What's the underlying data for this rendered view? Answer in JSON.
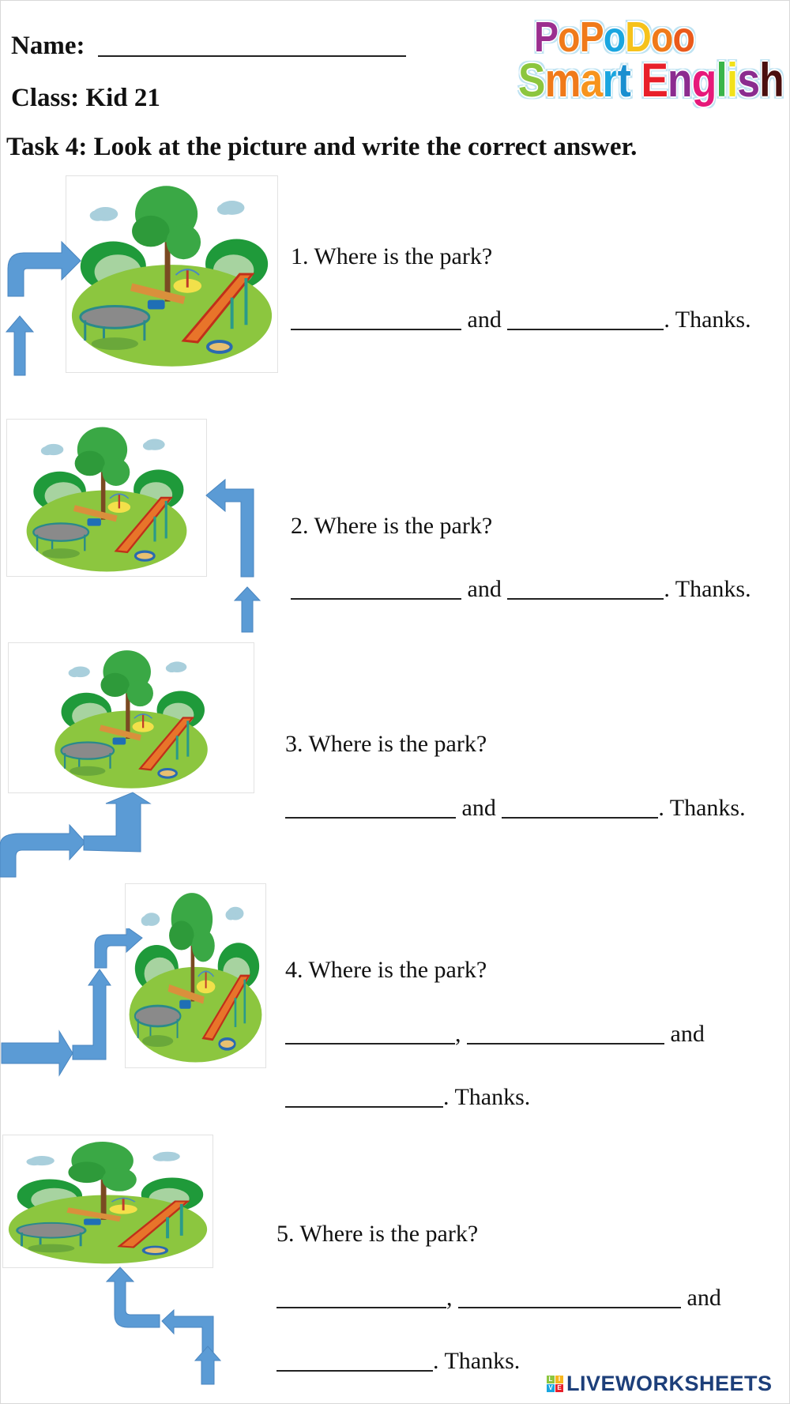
{
  "header": {
    "name_label": "Name:",
    "class_label": "Class: Kid 21",
    "logo": {
      "line1": [
        {
          "ch": "P",
          "color": "#9b2f8f"
        },
        {
          "ch": "o",
          "color": "#f07a1a"
        },
        {
          "ch": "P",
          "color": "#f07a1a"
        },
        {
          "ch": "o",
          "color": "#1aa6e0"
        },
        {
          "ch": "D",
          "color": "#f6c21b"
        },
        {
          "ch": "o",
          "color": "#f07a1a"
        },
        {
          "ch": "o",
          "color": "#ea5a1c"
        }
      ],
      "line2a": [
        {
          "ch": "S",
          "color": "#8cc63f"
        },
        {
          "ch": "m",
          "color": "#f07a1a"
        },
        {
          "ch": "a",
          "color": "#f7941d"
        },
        {
          "ch": "r",
          "color": "#1aa6e0"
        },
        {
          "ch": "t",
          "color": "#1a8fd0"
        }
      ],
      "line2b": [
        {
          "ch": "E",
          "color": "#e8202a"
        },
        {
          "ch": "n",
          "color": "#8b2c8f"
        },
        {
          "ch": "g",
          "color": "#e6197a"
        },
        {
          "ch": "l",
          "color": "#3ab54a"
        },
        {
          "ch": "i",
          "color": "#f2e11a"
        },
        {
          "ch": "s",
          "color": "#8b2c8f"
        },
        {
          "ch": "h",
          "color": "#4a0f0f"
        }
      ]
    }
  },
  "task": {
    "title": "Task 4: Look at the picture and write the correct answer."
  },
  "questions": [
    {
      "number": "1.",
      "text": "1. Where is the park?",
      "and": "and",
      "thanks": ". Thanks."
    },
    {
      "number": "2.",
      "text": "2. Where is the park?",
      "and": "and",
      "thanks": ". Thanks."
    },
    {
      "number": "3.",
      "text": "3. Where is the park?",
      "and": "and",
      "thanks": ". Thanks."
    },
    {
      "number": "4.",
      "text": "4. Where is the park?",
      "comma": ",",
      "and": "and",
      "thanks": ". Thanks."
    },
    {
      "number": "5.",
      "text": "5. Where is the park?",
      "comma": ",",
      "and": "and",
      "thanks": ". Thanks."
    }
  ],
  "directions": [
    {
      "question": 1,
      "route": [
        "go straight",
        "turn right"
      ]
    },
    {
      "question": 2,
      "route": [
        "go straight",
        "turn left"
      ]
    },
    {
      "question": 3,
      "route": [
        "turn right",
        "go straight"
      ]
    },
    {
      "question": 4,
      "route": [
        "go straight",
        "turn left",
        "turn right"
      ]
    },
    {
      "question": 5,
      "route": [
        "go straight",
        "turn left",
        "turn right"
      ]
    }
  ],
  "colors": {
    "arrow": "#5b9bd5",
    "arrow_stroke": "#4a86c0",
    "grass": "#8cc63f",
    "tree": "#3ba53b",
    "slide": "#e8742a"
  },
  "footer": {
    "badge": [
      "L",
      "I",
      "V",
      "E"
    ],
    "badge_colors": [
      "#8cc63f",
      "#f7b51d",
      "#1aa6e0",
      "#e8202a"
    ],
    "brand": "LIVEWORKSHEETS"
  }
}
